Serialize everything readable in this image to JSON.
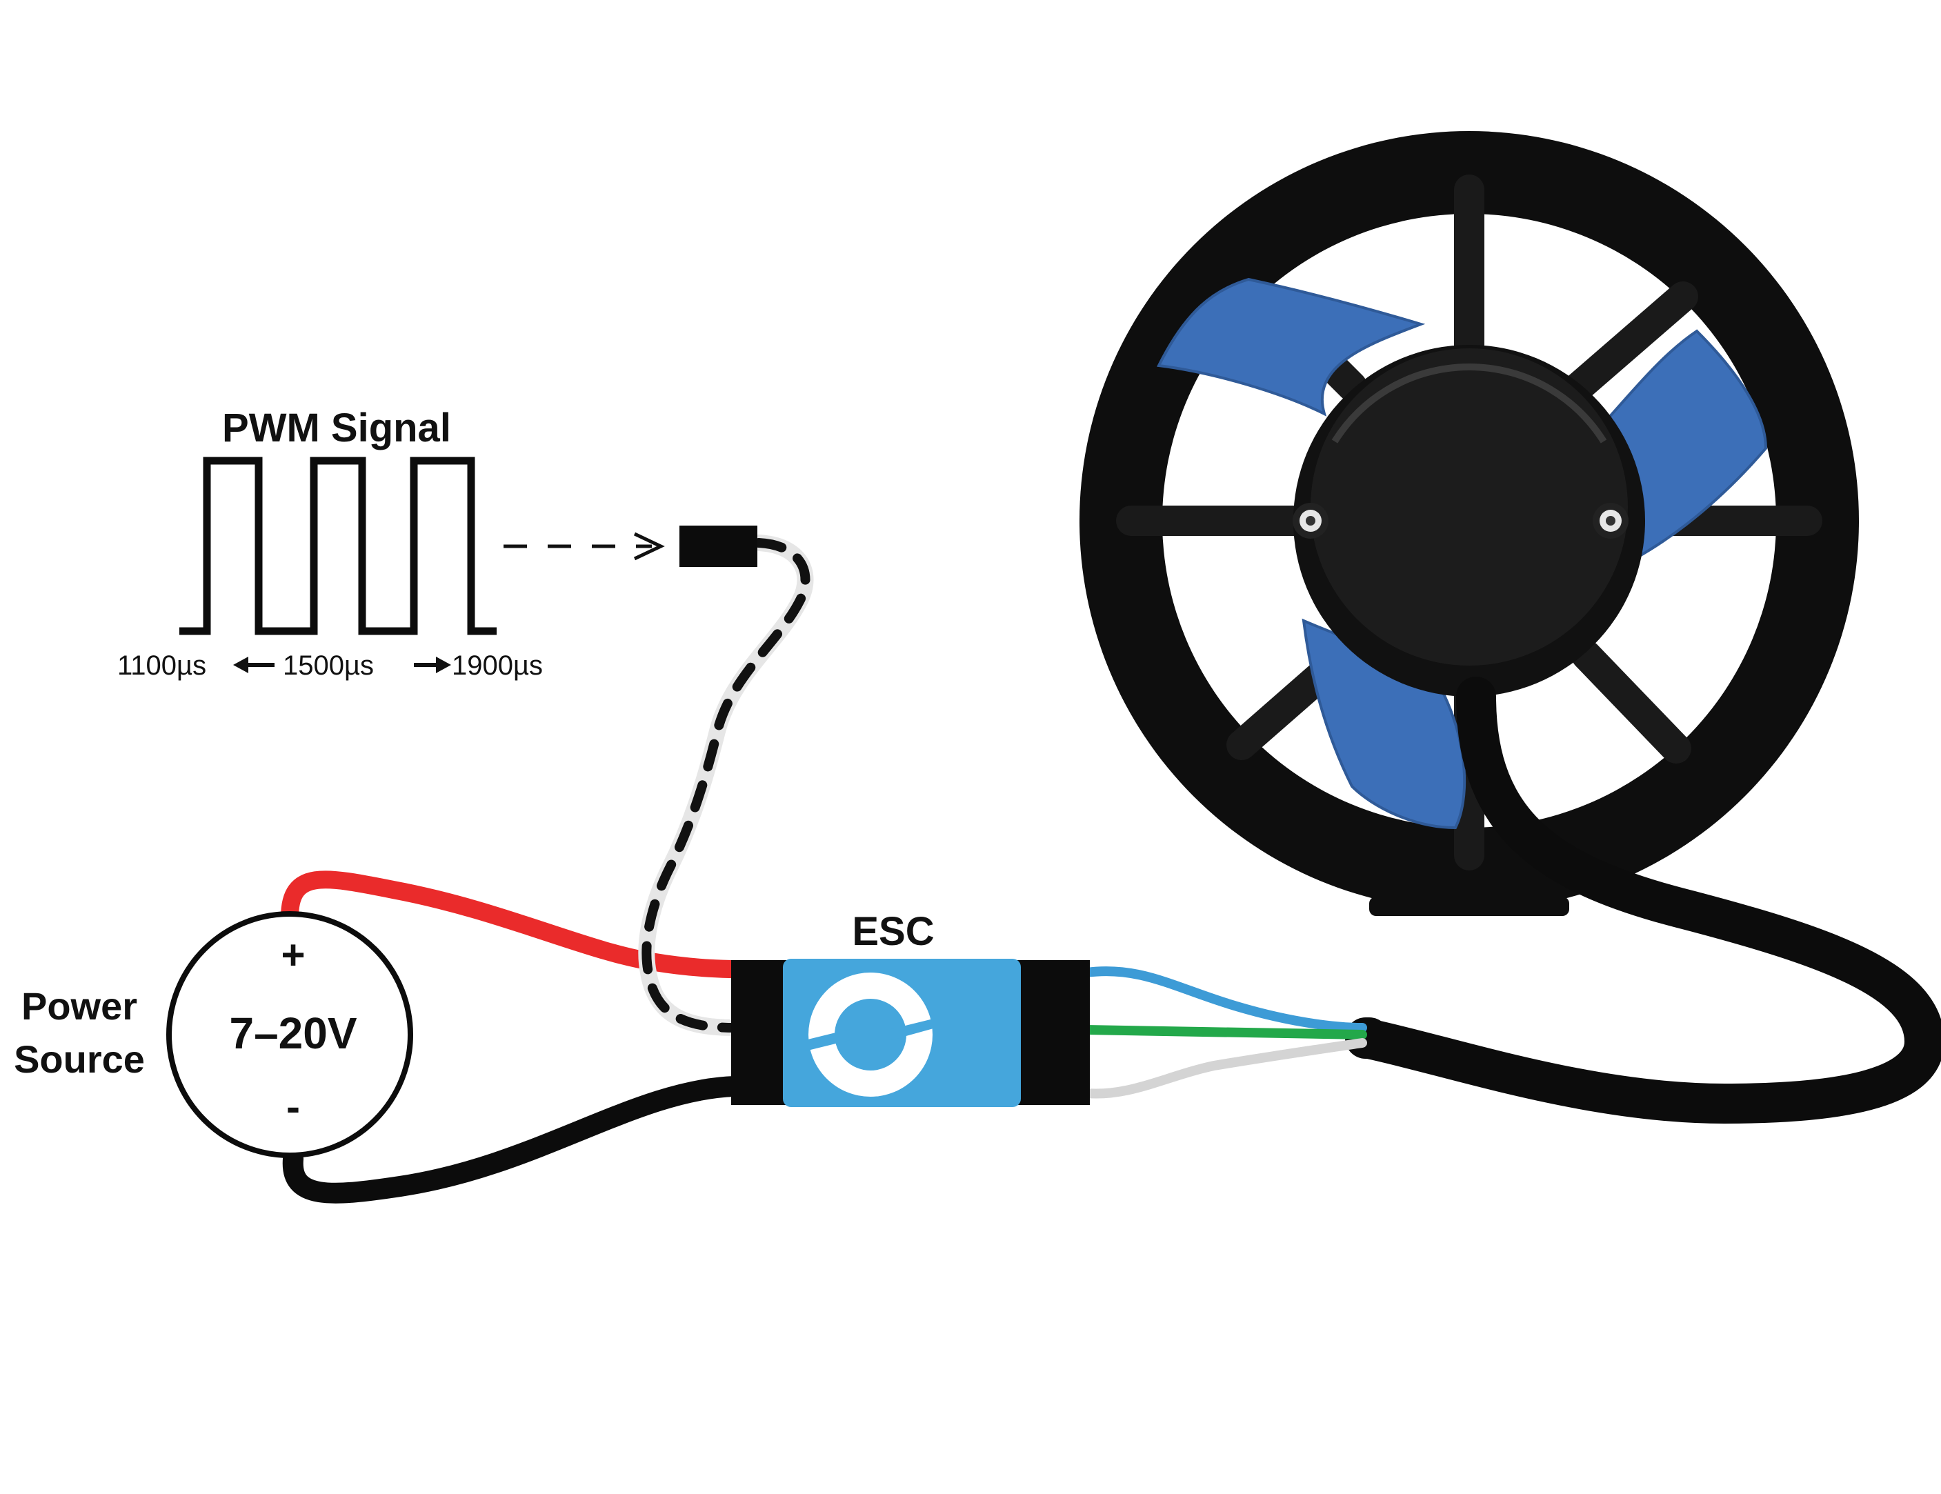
{
  "pwm": {
    "title": "PWM Signal",
    "min_label": "1100µs",
    "mid_label": "1500µs",
    "max_label": "1900µs"
  },
  "esc": {
    "label": "ESC"
  },
  "power": {
    "label_line1": "Power",
    "label_line2": "Source",
    "voltage": "7–20V",
    "plus": "+",
    "minus": "-"
  },
  "colors": {
    "wire_positive": "#ea2b2b",
    "wire_negative": "#0c0c0c",
    "phase_a": "#3d9bd6",
    "phase_b": "#23a84a",
    "phase_c": "#d4d4d4",
    "esc_face": "#45a6dc",
    "propeller": "#3c6fb8",
    "thruster_body": "#161616"
  },
  "icons": [
    "arrow-left-icon",
    "arrow-right-icon",
    "dashed-arrow-icon",
    "esc-logo-icon"
  ]
}
